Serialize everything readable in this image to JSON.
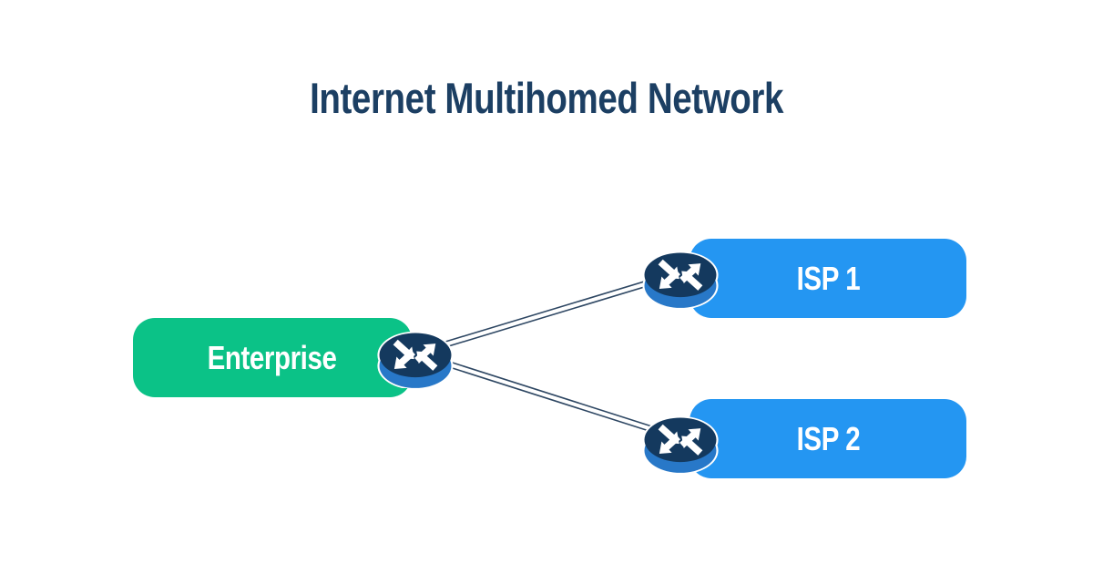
{
  "title": {
    "text": "Internet Multihomed Network"
  },
  "colors": {
    "background": "#FFFFFF",
    "title_text": "#1C3F63",
    "enterprise_fill": "#0BC287",
    "isp_fill": "#2496F2",
    "node_label_text": "#FFFFFF",
    "router_top": "#14395E",
    "router_rim": "#2878C8",
    "router_arrow": "#FFFFFF",
    "link_line": "#2E4763"
  },
  "nodes": [
    {
      "id": "enterprise",
      "label": "Enterprise",
      "kind": "enterprise",
      "icon": "router-icon"
    },
    {
      "id": "isp1",
      "label": "ISP 1",
      "kind": "isp",
      "icon": "router-icon"
    },
    {
      "id": "isp2",
      "label": "ISP 2",
      "kind": "isp",
      "icon": "router-icon"
    }
  ],
  "links": [
    {
      "from": "enterprise",
      "to": "isp1",
      "style": "double-parallel-line"
    },
    {
      "from": "enterprise",
      "to": "isp2",
      "style": "double-parallel-line"
    }
  ]
}
